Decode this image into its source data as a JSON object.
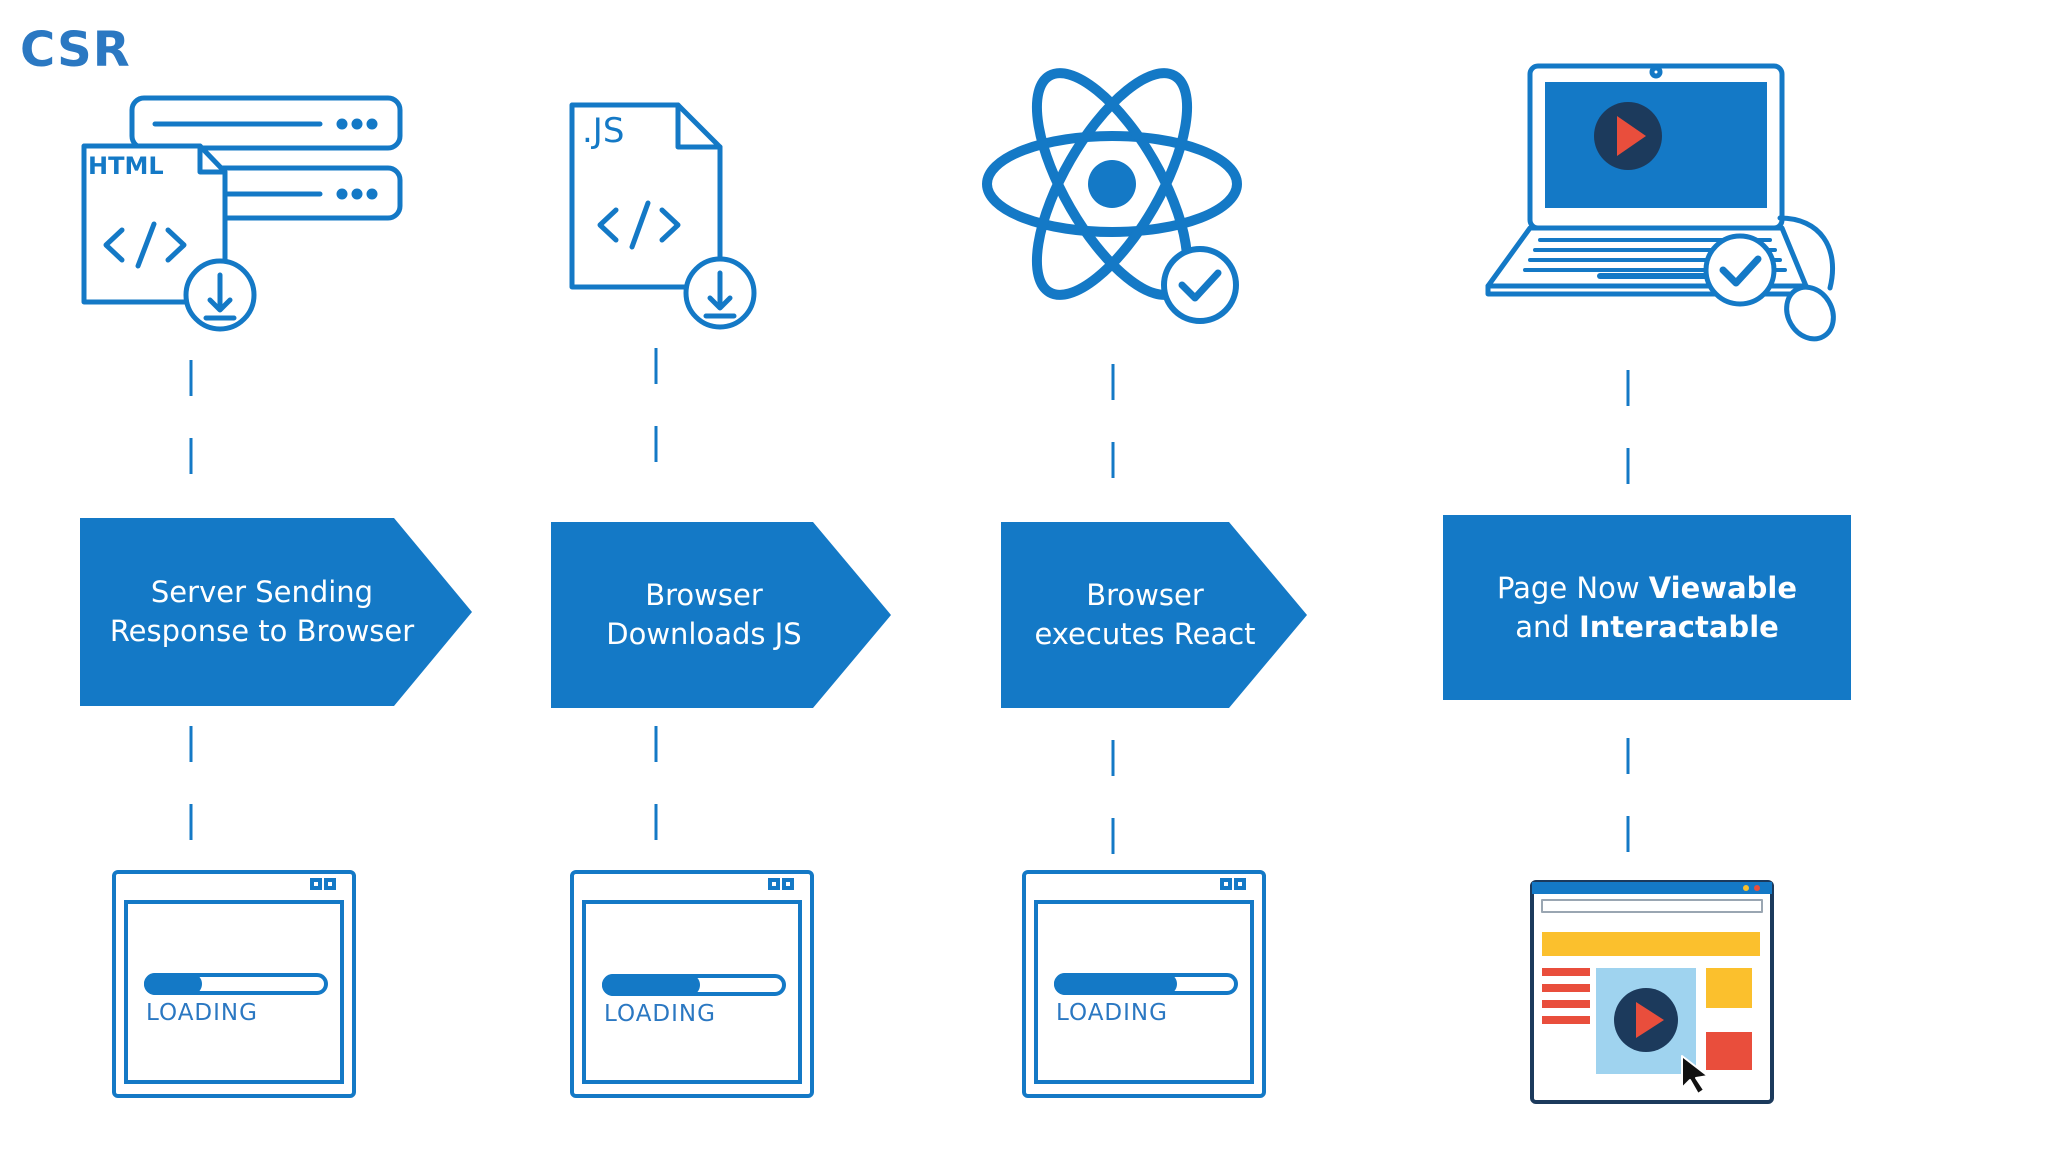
{
  "title": "CSR",
  "colors": {
    "primary": "#1479c6",
    "accent_red": "#e94e3c",
    "accent_yellow": "#fbc02d",
    "light_blue": "#9fd3ef"
  },
  "steps": [
    {
      "icon": "html-file-download-icon",
      "line1": "Server Sending",
      "line2": "Response to Browser",
      "status": "loading",
      "loading_label": "LOADING",
      "progress": 0.3
    },
    {
      "icon": "js-file-download-icon",
      "line1": "Browser",
      "line2": "Downloads JS",
      "status": "loading",
      "loading_label": "LOADING",
      "progress": 0.52
    },
    {
      "icon": "react-atom-icon",
      "line1": "Browser",
      "line2": "executes React",
      "status": "loading",
      "loading_label": "LOADING",
      "progress": 0.66
    },
    {
      "icon": "laptop-video-icon",
      "line1_plain": "Page Now ",
      "line1_bold": "Viewable",
      "line2_plain": "and ",
      "line2_bold": "Interactable",
      "status": "ready"
    }
  ],
  "file_labels": {
    "html": "HTML",
    "js": ".JS",
    "code": "</>"
  }
}
